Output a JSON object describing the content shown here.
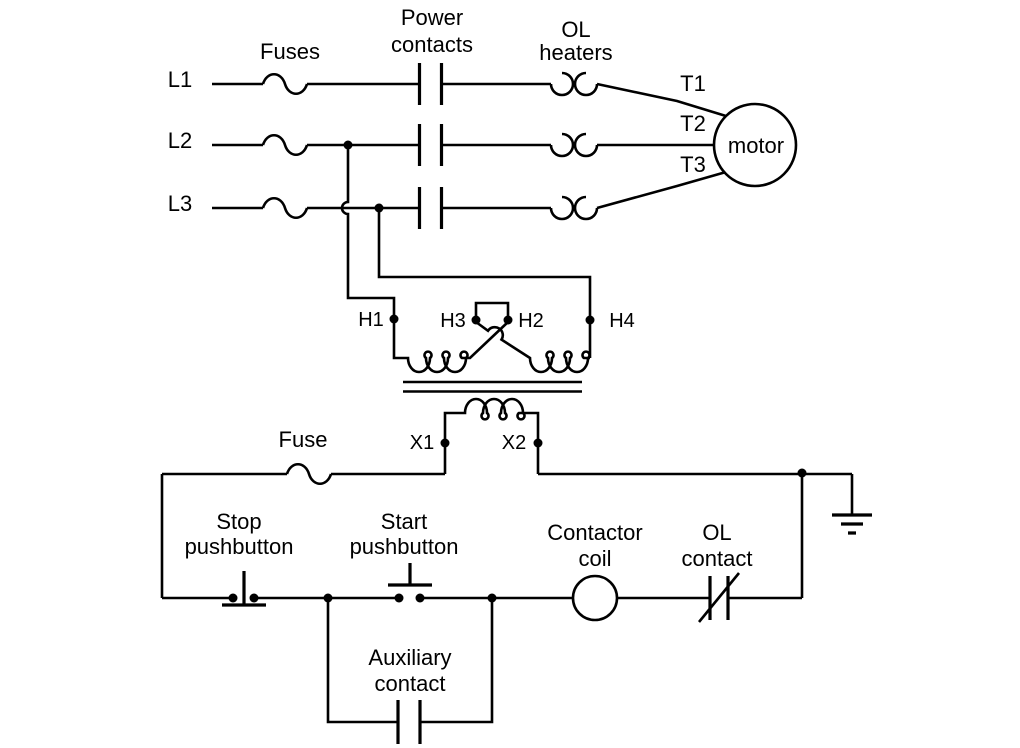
{
  "colors": {
    "ink": "#000000",
    "paper": "#ffffff"
  },
  "power_circuit": {
    "l1": "L1",
    "l2": "L2",
    "l3": "L3",
    "fuses": "Fuses",
    "power_contacts": [
      "Power",
      "contacts"
    ],
    "ol_heaters": [
      "OL",
      "heaters"
    ],
    "t1": "T1",
    "t2": "T2",
    "t3": "T3",
    "motor": "motor"
  },
  "transformer": {
    "h1": "H1",
    "h3": "H3",
    "h2": "H2",
    "h4": "H4",
    "x1": "X1",
    "x2": "X2"
  },
  "control_circuit": {
    "fuse": "Fuse",
    "stop_pushbutton": [
      "Stop",
      "pushbutton"
    ],
    "start_pushbutton": [
      "Start",
      "pushbutton"
    ],
    "contactor_coil": [
      "Contactor",
      "coil"
    ],
    "ol_contact": [
      "OL",
      "contact"
    ],
    "auxiliary_contact": [
      "Auxiliary",
      "contact"
    ]
  }
}
